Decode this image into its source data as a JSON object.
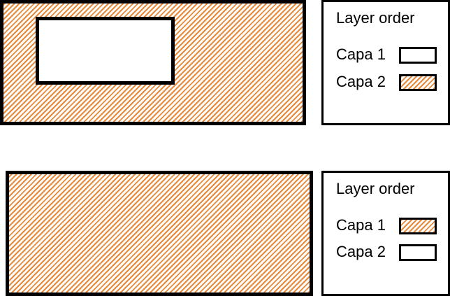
{
  "colors": {
    "hatch": "#e98a3b",
    "outline": "#000000",
    "background": "#ffffff"
  },
  "diagrams": [
    {
      "legend": {
        "title": "Layer order",
        "items": [
          {
            "label": "Capa 1",
            "fill": "blank"
          },
          {
            "label": "Capa 2",
            "fill": "hatched"
          }
        ]
      }
    },
    {
      "legend": {
        "title": "Layer order",
        "items": [
          {
            "label": "Capa 1",
            "fill": "hatched"
          },
          {
            "label": "Capa 2",
            "fill": "blank"
          }
        ]
      }
    }
  ]
}
